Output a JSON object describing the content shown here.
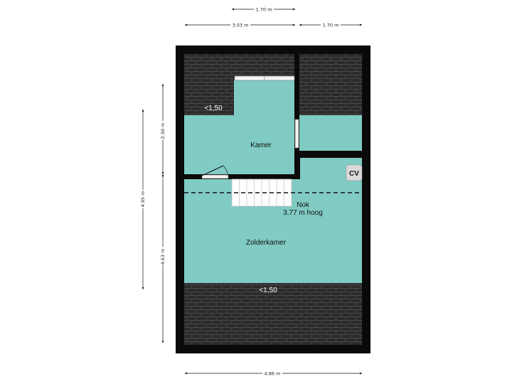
{
  "dimensions": {
    "top_right_width": "1.70 m",
    "top_left_width": "3.03 m",
    "top_right_width_lower": "1.70 m",
    "left_total_depth": "4.95 m",
    "left_upper_depth": "2.50 m",
    "left_lower_depth": "4.63 m",
    "bottom_total_width": "4.86 m"
  },
  "rooms": {
    "kamer": "Kamer",
    "zolderkamer": "Zolderkamer"
  },
  "labels": {
    "height_upper": "<1,50",
    "height_lower": "<1,50",
    "nok_title": "Nok",
    "nok_height": "3.77 m hoog",
    "cv": "CV"
  },
  "colors": {
    "room_fill": "#80cbc4",
    "wall": "#0a0a0a",
    "roof_tile": "#2c2c2c",
    "cv_box": "#d9d9d9"
  }
}
